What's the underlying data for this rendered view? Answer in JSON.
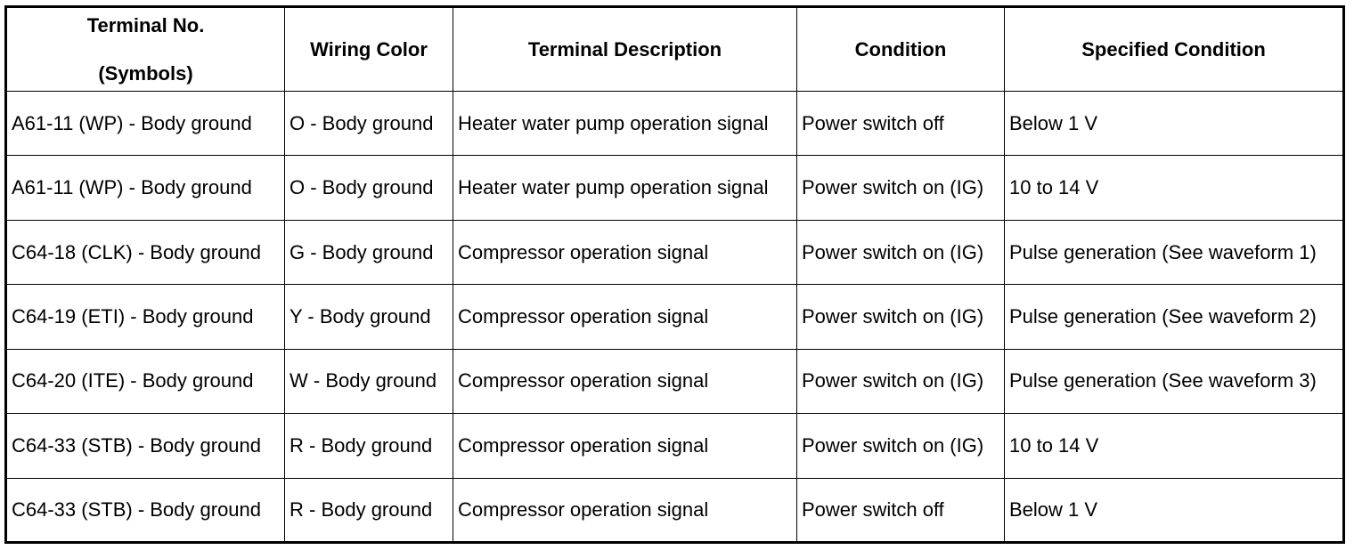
{
  "table": {
    "headers": {
      "terminal_line1": "Terminal No.",
      "terminal_line2": "(Symbols)",
      "wiring_color": "Wiring Color",
      "terminal_description": "Terminal Description",
      "condition": "Condition",
      "specified_condition": "Specified Condition"
    },
    "rows": [
      {
        "terminal": "A61-11 (WP) - Body ground",
        "wiring_color": "O - Body ground",
        "description": "Heater water pump operation signal",
        "condition": "Power switch off",
        "specified": "Below 1 V"
      },
      {
        "terminal": "A61-11 (WP) - Body ground",
        "wiring_color": "O - Body ground",
        "description": "Heater water pump operation signal",
        "condition": "Power switch on (IG)",
        "specified": "10 to 14 V"
      },
      {
        "terminal": "C64-18 (CLK) - Body ground",
        "wiring_color": "G - Body ground",
        "description": "Compressor operation signal",
        "condition": "Power switch on (IG)",
        "specified": "Pulse generation (See waveform 1)"
      },
      {
        "terminal": "C64-19 (ETI) - Body ground",
        "wiring_color": "Y - Body ground",
        "description": "Compressor operation signal",
        "condition": "Power switch on (IG)",
        "specified": "Pulse generation (See waveform 2)"
      },
      {
        "terminal": "C64-20 (ITE) - Body ground",
        "wiring_color": "W - Body ground",
        "description": "Compressor operation signal",
        "condition": "Power switch on (IG)",
        "specified": "Pulse generation (See waveform 3)"
      },
      {
        "terminal": "C64-33 (STB) - Body ground",
        "wiring_color": "R - Body ground",
        "description": "Compressor operation signal",
        "condition": "Power switch on (IG)",
        "specified": "10 to 14 V"
      },
      {
        "terminal": "C64-33 (STB) - Body ground",
        "wiring_color": "R - Body ground",
        "description": "Compressor operation signal",
        "condition": "Power switch off",
        "specified": "Below 1 V"
      }
    ]
  }
}
